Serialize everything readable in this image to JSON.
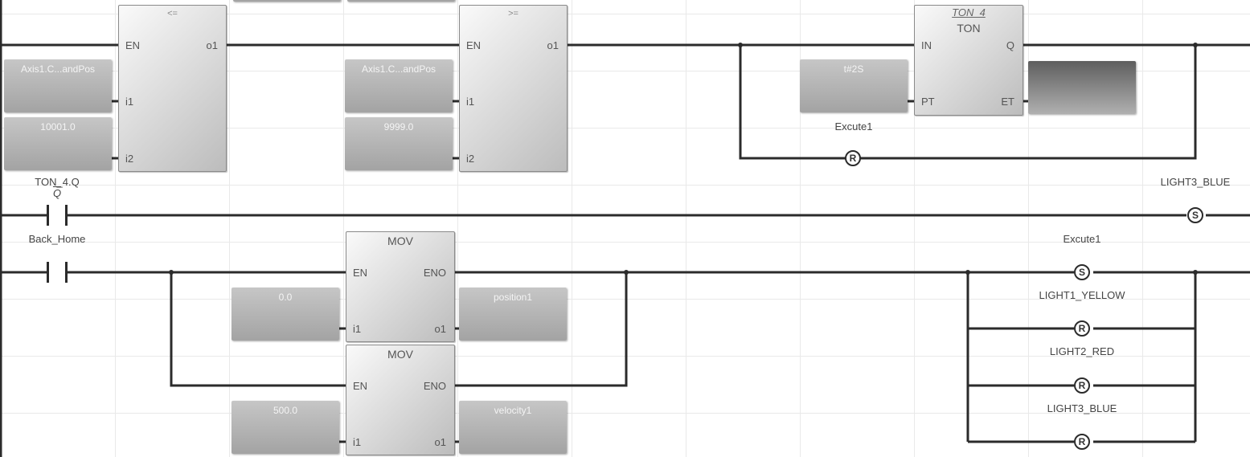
{
  "rung1": {
    "le_block": {
      "operator": "<=",
      "pin_en": "EN",
      "pin_out": "o1",
      "pin_i1": "i1",
      "pin_i2": "i2"
    },
    "le_i1_var": "Axis1.C...andPos",
    "le_i2_var": "10001.0",
    "ge_block": {
      "operator": ">=",
      "pin_en": "EN",
      "pin_out": "o1",
      "pin_i1": "i1",
      "pin_i2": "i2"
    },
    "ge_i1_var": "Axis1.C...andPos",
    "ge_i2_var": "9999.0",
    "ton_block": {
      "instance": "TON_4",
      "type": "TON",
      "pin_in": "IN",
      "pin_q": "Q",
      "pin_pt": "PT",
      "pin_et": "ET"
    },
    "ton_pt_var": "t#2S",
    "ton_et_var": "",
    "reset_coil": {
      "symbol": "R",
      "label": "Excute1"
    }
  },
  "rung2": {
    "contact": {
      "label": "TON_4.Q",
      "modifier": "Q"
    },
    "set_coil": {
      "symbol": "S",
      "label": "LIGHT3_BLUE"
    }
  },
  "rung3": {
    "contact": {
      "label": "Back_Home"
    },
    "mov1": {
      "title": "MOV",
      "pin_en": "EN",
      "pin_eno": "ENO",
      "pin_i1": "i1",
      "pin_o1": "o1"
    },
    "mov1_in": "0.0",
    "mov1_out": "position1",
    "mov2": {
      "title": "MOV",
      "pin_en": "EN",
      "pin_eno": "ENO",
      "pin_i1": "i1",
      "pin_o1": "o1"
    },
    "mov2_in": "500.0",
    "mov2_out": "velocity1",
    "coils": [
      {
        "symbol": "S",
        "label": "Excute1"
      },
      {
        "symbol": "R",
        "label": "LIGHT1_YELLOW"
      },
      {
        "symbol": "R",
        "label": "LIGHT2_RED"
      },
      {
        "symbol": "R",
        "label": "LIGHT3_BLUE"
      }
    ]
  }
}
